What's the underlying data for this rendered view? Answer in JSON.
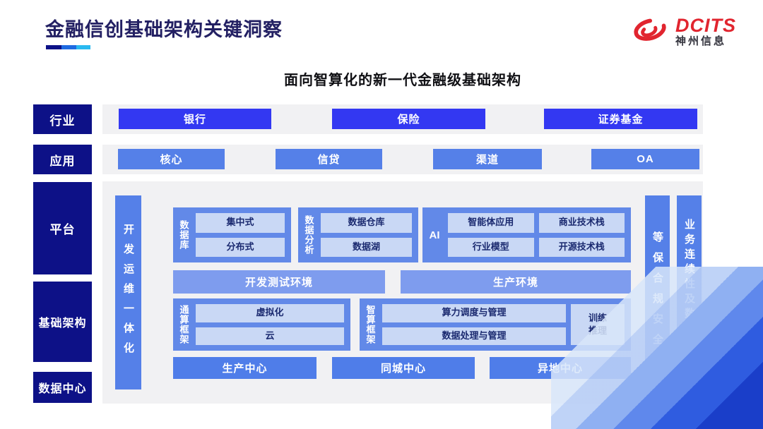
{
  "slide": {
    "title": "金融信创基础架构关键洞察",
    "subtitle": "面向智算化的新一代金融级基础架构"
  },
  "logo": {
    "brand": "DCITS",
    "company": "神州信息"
  },
  "rows": {
    "industry": {
      "label": "行业",
      "items": [
        "银行",
        "保险",
        "证券基金"
      ]
    },
    "application": {
      "label": "应用",
      "items": [
        "核心",
        "信贷",
        "渠道",
        "OA"
      ]
    },
    "platform": {
      "label": "平台"
    },
    "infrastructure": {
      "label": "基础架构"
    },
    "datacenter": {
      "label": "数据中心"
    }
  },
  "platform_area": {
    "devops_bar": "开发运维一体化",
    "database_group": {
      "label": "数据库",
      "items": [
        "集中式",
        "分布式"
      ]
    },
    "analysis_group": {
      "label": "数据分析",
      "items": [
        "数据仓库",
        "数据湖"
      ]
    },
    "ai_group": {
      "label": "AI",
      "items": [
        "智能体应用",
        "商业技术栈",
        "行业模型",
        "开源技术栈"
      ]
    },
    "environments": [
      "开发测试环境",
      "生产环境"
    ],
    "general_compute_group": {
      "label": "通算框架",
      "items": [
        "虚拟化",
        "云"
      ]
    },
    "intelligent_compute_group": {
      "label": "智算框架",
      "items": [
        "算力调度与管理",
        "数据处理与管理"
      ],
      "side_box_lines": [
        "训练",
        "推理"
      ]
    },
    "centers": [
      "生产中心",
      "同城中心",
      "异地中心"
    ],
    "security_bar": "等保合规安全",
    "continuity_bar": "业务连续性及数据保护"
  },
  "colors": {
    "deep_navy": "#0d1187",
    "title_navy": "#232063",
    "bright_blue": "#3338f2",
    "medium_blue": "#5580e8",
    "env_blue": "#7e9cee",
    "group_blue": "#6289e8",
    "light_box": "#c9d8f5",
    "strip_gray": "#f1f1f3",
    "logo_red": "#e1252f",
    "underline_segments": [
      "#0d1187",
      "#1e6ae1",
      "#2ab9f0"
    ]
  }
}
